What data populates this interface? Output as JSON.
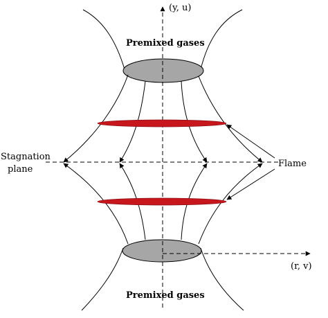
{
  "labels": {
    "y_axis": "(y, u)",
    "r_axis": "(r, v)",
    "premixed_top": "Premixed gases",
    "premixed_bottom": "Premixed gases",
    "stagnation_line1": "Stagnation",
    "stagnation_line2": "plane",
    "flame": "Flame"
  },
  "colors": {
    "flame": "#c8161d",
    "nozzle": "#a6a6a6",
    "line": "#000000"
  }
}
